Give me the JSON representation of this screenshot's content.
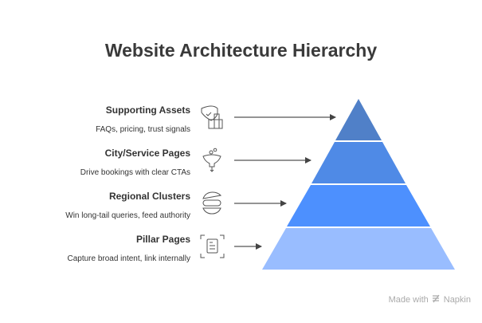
{
  "title": "Website Architecture Hierarchy",
  "levels": [
    {
      "title": "Supporting Assets",
      "description": "FAQs, pricing, trust signals",
      "icon": "shield-building-icon",
      "color": "#5080c8"
    },
    {
      "title": "City/Service Pages",
      "description": "Drive bookings with clear CTAs",
      "icon": "funnel-icon",
      "color": "#4f8ae6"
    },
    {
      "title": "Regional Clusters",
      "description": "Win long-tail queries, feed authority",
      "icon": "layers-icon",
      "color": "#4d90fe"
    },
    {
      "title": "Pillar Pages",
      "description": "Capture broad intent, link internally",
      "icon": "document-icon",
      "color": "#99bdff"
    }
  ],
  "footer": {
    "made_with": "Made with",
    "brand": "Napkin"
  }
}
